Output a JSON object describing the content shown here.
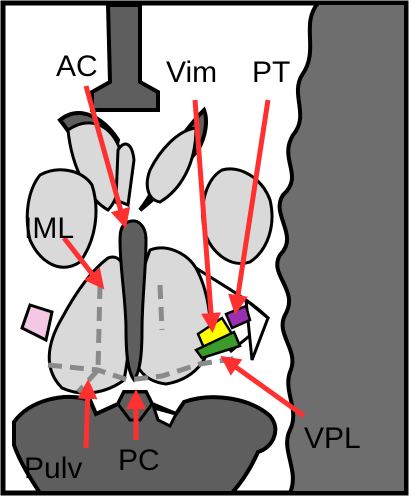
{
  "diagram": {
    "labels": {
      "ac": "AC",
      "vim": "Vim",
      "pt": "PT",
      "iml": "IML",
      "vpl": "VPL",
      "pulv": "Pulv",
      "pc": "PC"
    },
    "colors": {
      "background_dark": "#6e6e6e",
      "tissue_light": "#d9d9d9",
      "ventricle_dark": "#5e5e5e",
      "arrow": "#ff3030",
      "lamina_dash": "#8a8a8a",
      "vim_region": "#ffff00",
      "pt_region": "#9b2fb0",
      "vpl_region": "#3a9a2a",
      "pink_region": "#f4c8e4",
      "outline": "#000000"
    }
  }
}
